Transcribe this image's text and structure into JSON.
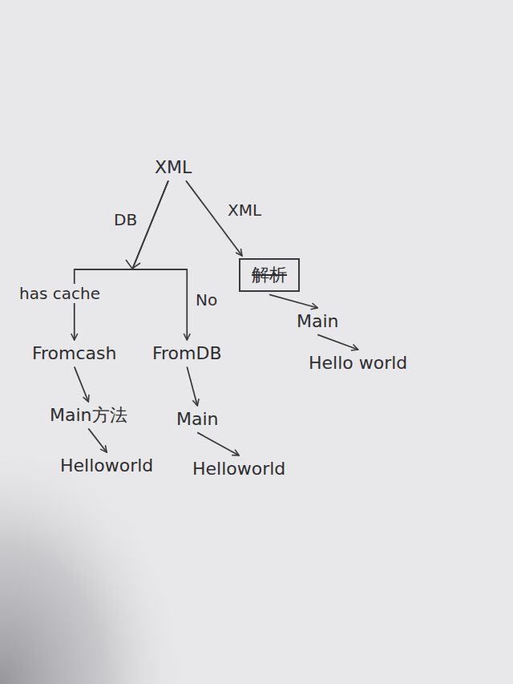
{
  "diagram": {
    "nodes": [
      {
        "text": [
          "XML"
        ]
      },
      {
        "text": [
          "解析"
        ]
      },
      {
        "text": [
          "Fromcash"
        ]
      },
      {
        "text": [
          "FromDB"
        ]
      },
      {
        "text": [
          "Main"
        ]
      },
      {
        "text": [
          "Hello world"
        ]
      },
      {
        "text": [
          "Main方法"
        ]
      },
      {
        "text": [
          "Helloworld"
        ]
      },
      {
        "text": [
          "Main"
        ]
      },
      {
        "text": [
          "Helloworld"
        ]
      }
    ],
    "edges": [
      {
        "from": 0,
        "to": 1,
        "label": "XML",
        "arrow": "to"
      },
      {
        "from": 0,
        "to": 2,
        "label": "has cache",
        "arrow": "to"
      },
      {
        "from": 0,
        "to": 3,
        "label": "No",
        "arrow": "to"
      },
      {
        "from": 1,
        "to": 4,
        "arrow": "to"
      },
      {
        "from": 4,
        "to": 5,
        "arrow": "to"
      },
      {
        "from": 2,
        "to": 6,
        "arrow": "to"
      },
      {
        "from": 6,
        "to": 7,
        "arrow": "to"
      },
      {
        "from": 3,
        "to": 8,
        "arrow": "to"
      },
      {
        "from": 8,
        "to": 9,
        "arrow": "to"
      }
    ],
    "labels": [
      "DB"
    ]
  }
}
